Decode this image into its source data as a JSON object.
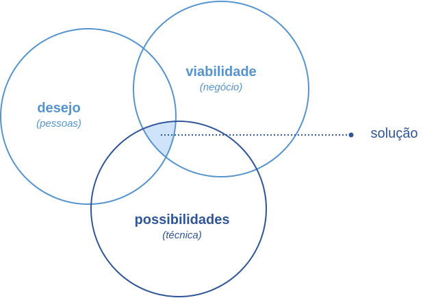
{
  "sets": [
    {
      "title": "desejo",
      "subtitle": "(pessoas)"
    },
    {
      "title": "viabilidade",
      "subtitle": "(negócio)"
    },
    {
      "title": "possibilidades",
      "subtitle": "(técnica)"
    }
  ],
  "intersection_label": "solução",
  "colors": {
    "light": "#5593cf",
    "dark": "#2e5597",
    "fill": "#cfe4fb"
  }
}
